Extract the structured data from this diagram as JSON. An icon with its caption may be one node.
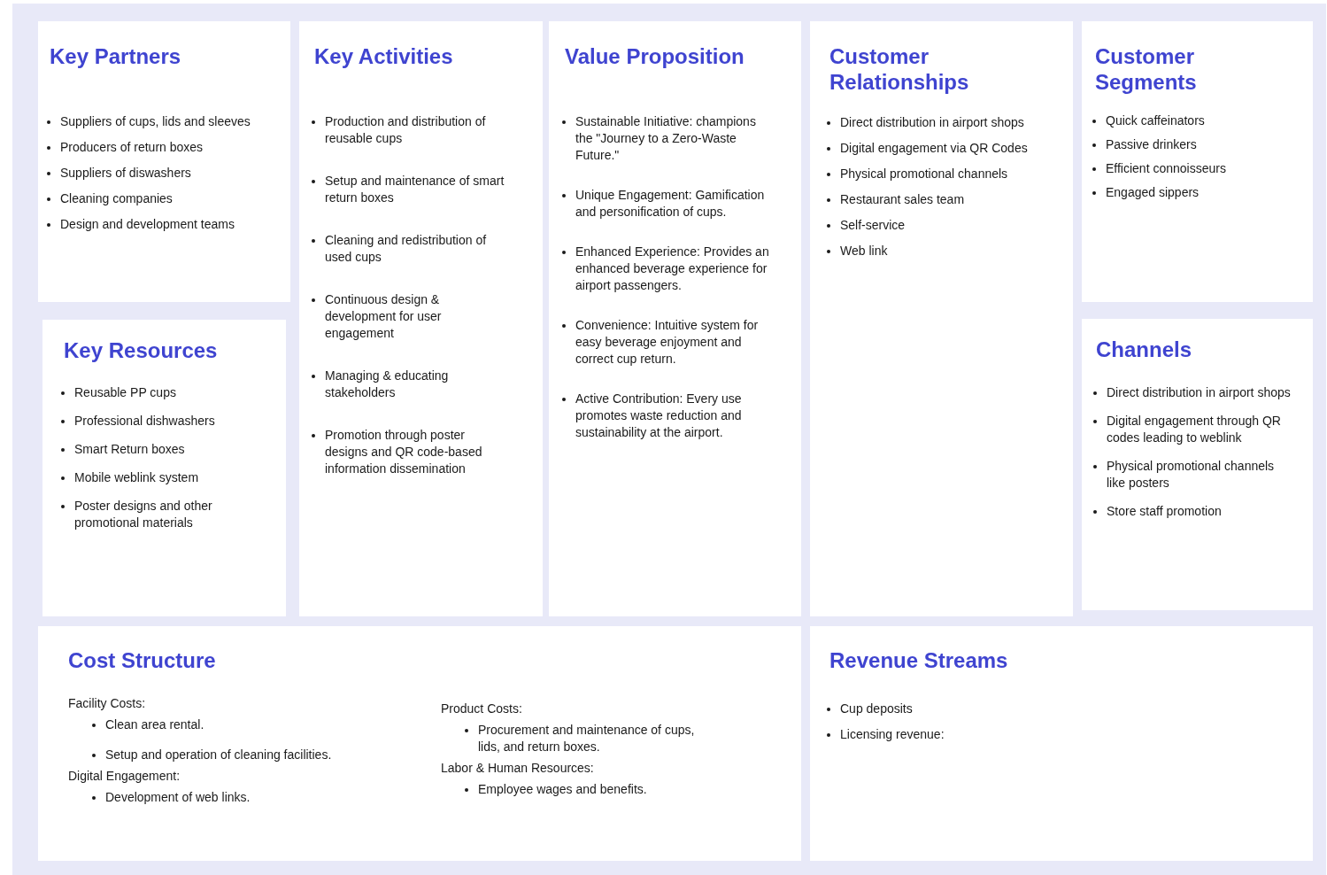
{
  "diagram": {
    "nodes": [
      {
        "text": [
          "Key Partners",
          "Suppliers of cups, lids and sleeves",
          "Producers of return boxes",
          "Suppliers of diswashers",
          "Cleaning companies",
          "Design and development teams"
        ]
      },
      {
        "text": [
          "Key Activities",
          "Production and distribution of reusable cups",
          "Setup and maintenance of smart return boxes",
          "Cleaning and redistribution of used cups",
          "Continuous design & development for user engagement",
          "Managing & educating stakeholders",
          "Promotion through poster designs and QR code-based information dissemination"
        ]
      },
      {
        "text": [
          "Value Proposition",
          "Sustainable Initiative: champions the \"Journey to a Zero-Waste Future.\"",
          "Unique Engagement: Gamification and personification of cups.",
          "Enhanced Experience: Provides an enhanced beverage experience for airport passengers.",
          "Convenience: Intuitive system for easy beverage enjoyment and correct cup return.",
          "Active Contribution: Every use promotes waste reduction and sustainability at the airport."
        ]
      },
      {
        "text": [
          "Customer Relationships",
          "Direct distribution in airport shops",
          "Digital engagement via QR Codes",
          "Physical promotional channels",
          "Restaurant sales team",
          "Self-service",
          "Web link"
        ]
      },
      {
        "text": [
          "Customer Segments",
          "Quick caffeinators",
          "Passive drinkers",
          "Efficient connoisseurs",
          "Engaged sippers"
        ]
      },
      {
        "text": [
          "Key Resources",
          "Reusable PP cups",
          "Professional dishwashers",
          "Smart Return boxes",
          "Mobile weblink system",
          "Poster designs and other promotional materials"
        ]
      },
      {
        "text": [
          "Channels",
          "Direct distribution in airport shops",
          "Digital engagement through QR codes leading to weblink",
          "Physical promotional channels like posters",
          "Store staff promotion"
        ]
      },
      {
        "text": [
          "Cost Structure",
          "Facility Costs:",
          "Clean area rental.",
          "Setup and operation of cleaning facilities.",
          "Digital Engagement:",
          "Development of web links.",
          "Product Costs:",
          "Procurement and maintenance of cups, lids, and return boxes.",
          "Labor & Human Resources:",
          "Employee wages and benefits."
        ]
      },
      {
        "text": [
          "Revenue Streams",
          "Cup deposits",
          "Licensing revenue:"
        ]
      }
    ]
  }
}
